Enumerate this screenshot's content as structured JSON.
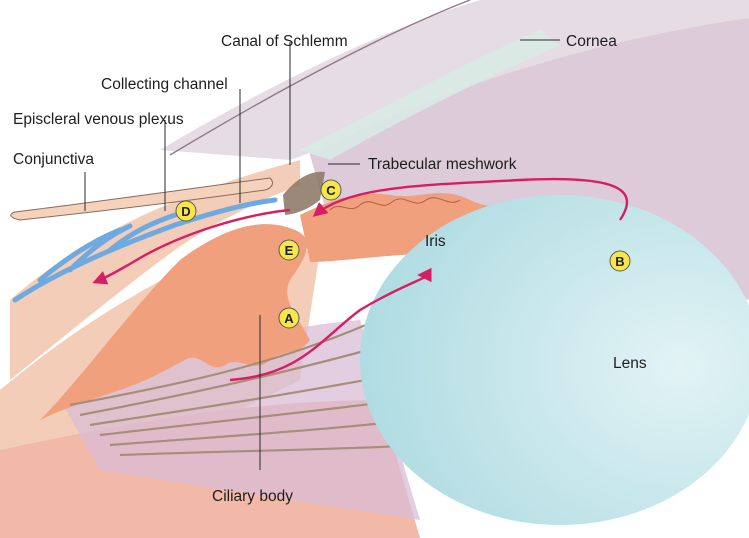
{
  "labels": {
    "canal_of_schlemm": "Canal of Schlemm",
    "cornea": "Cornea",
    "collecting_channel": "Collecting channel",
    "episcleral_venous_plexus": "Episcleral venous plexus",
    "conjunctiva": "Conjunctiva",
    "trabecular_meshwork": "Trabecular meshwork",
    "iris": "Iris",
    "lens": "Lens",
    "ciliary_body": "Ciliary body"
  },
  "markers": {
    "a": "A",
    "b": "B",
    "c": "C",
    "d": "D",
    "e": "E"
  },
  "colors": {
    "cornea": "#e6dce4",
    "anterior_chamber": "#ddcbd9",
    "sclera": "#f3cdb8",
    "iris_ciliary": "#f0a07c",
    "lens": "#bfe3e8",
    "vessel": "#6eaadf",
    "flow_arrow": "#d81e63",
    "marker_fill": "#f6e64a",
    "zonule": "#a68e7a"
  }
}
